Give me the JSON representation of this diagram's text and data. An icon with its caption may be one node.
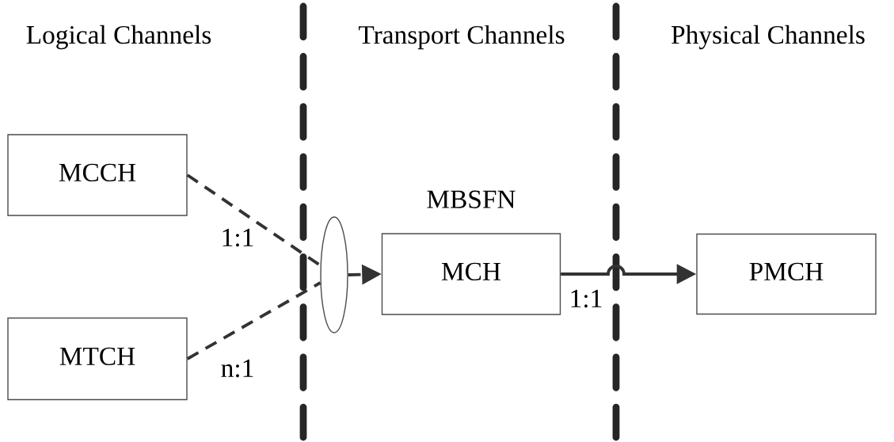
{
  "diagram": {
    "nodes": [
      {
        "text": [
          "MCCH"
        ]
      },
      {
        "text": [
          "MTCH"
        ]
      },
      {
        "text": [
          "MCH"
        ],
        "beside": [
          "MBSFN"
        ]
      },
      {
        "text": [
          "PMCH"
        ]
      },
      {
        "text": [],
        "shape": "ellipse"
      }
    ],
    "edges": [
      {
        "from": 0,
        "to": 4,
        "arrow": "none",
        "label": "1:1",
        "style": "dashed"
      },
      {
        "from": 1,
        "to": 4,
        "arrow": "none",
        "label": "n:1",
        "style": "dashed"
      },
      {
        "from": 4,
        "to": 2,
        "arrow": "to",
        "style": "dashed"
      },
      {
        "from": 2,
        "to": 3,
        "arrow": "to",
        "label": "1:1"
      }
    ],
    "labels": [
      "Logical Channels",
      "Transport Channels",
      "Physical Channels"
    ]
  }
}
